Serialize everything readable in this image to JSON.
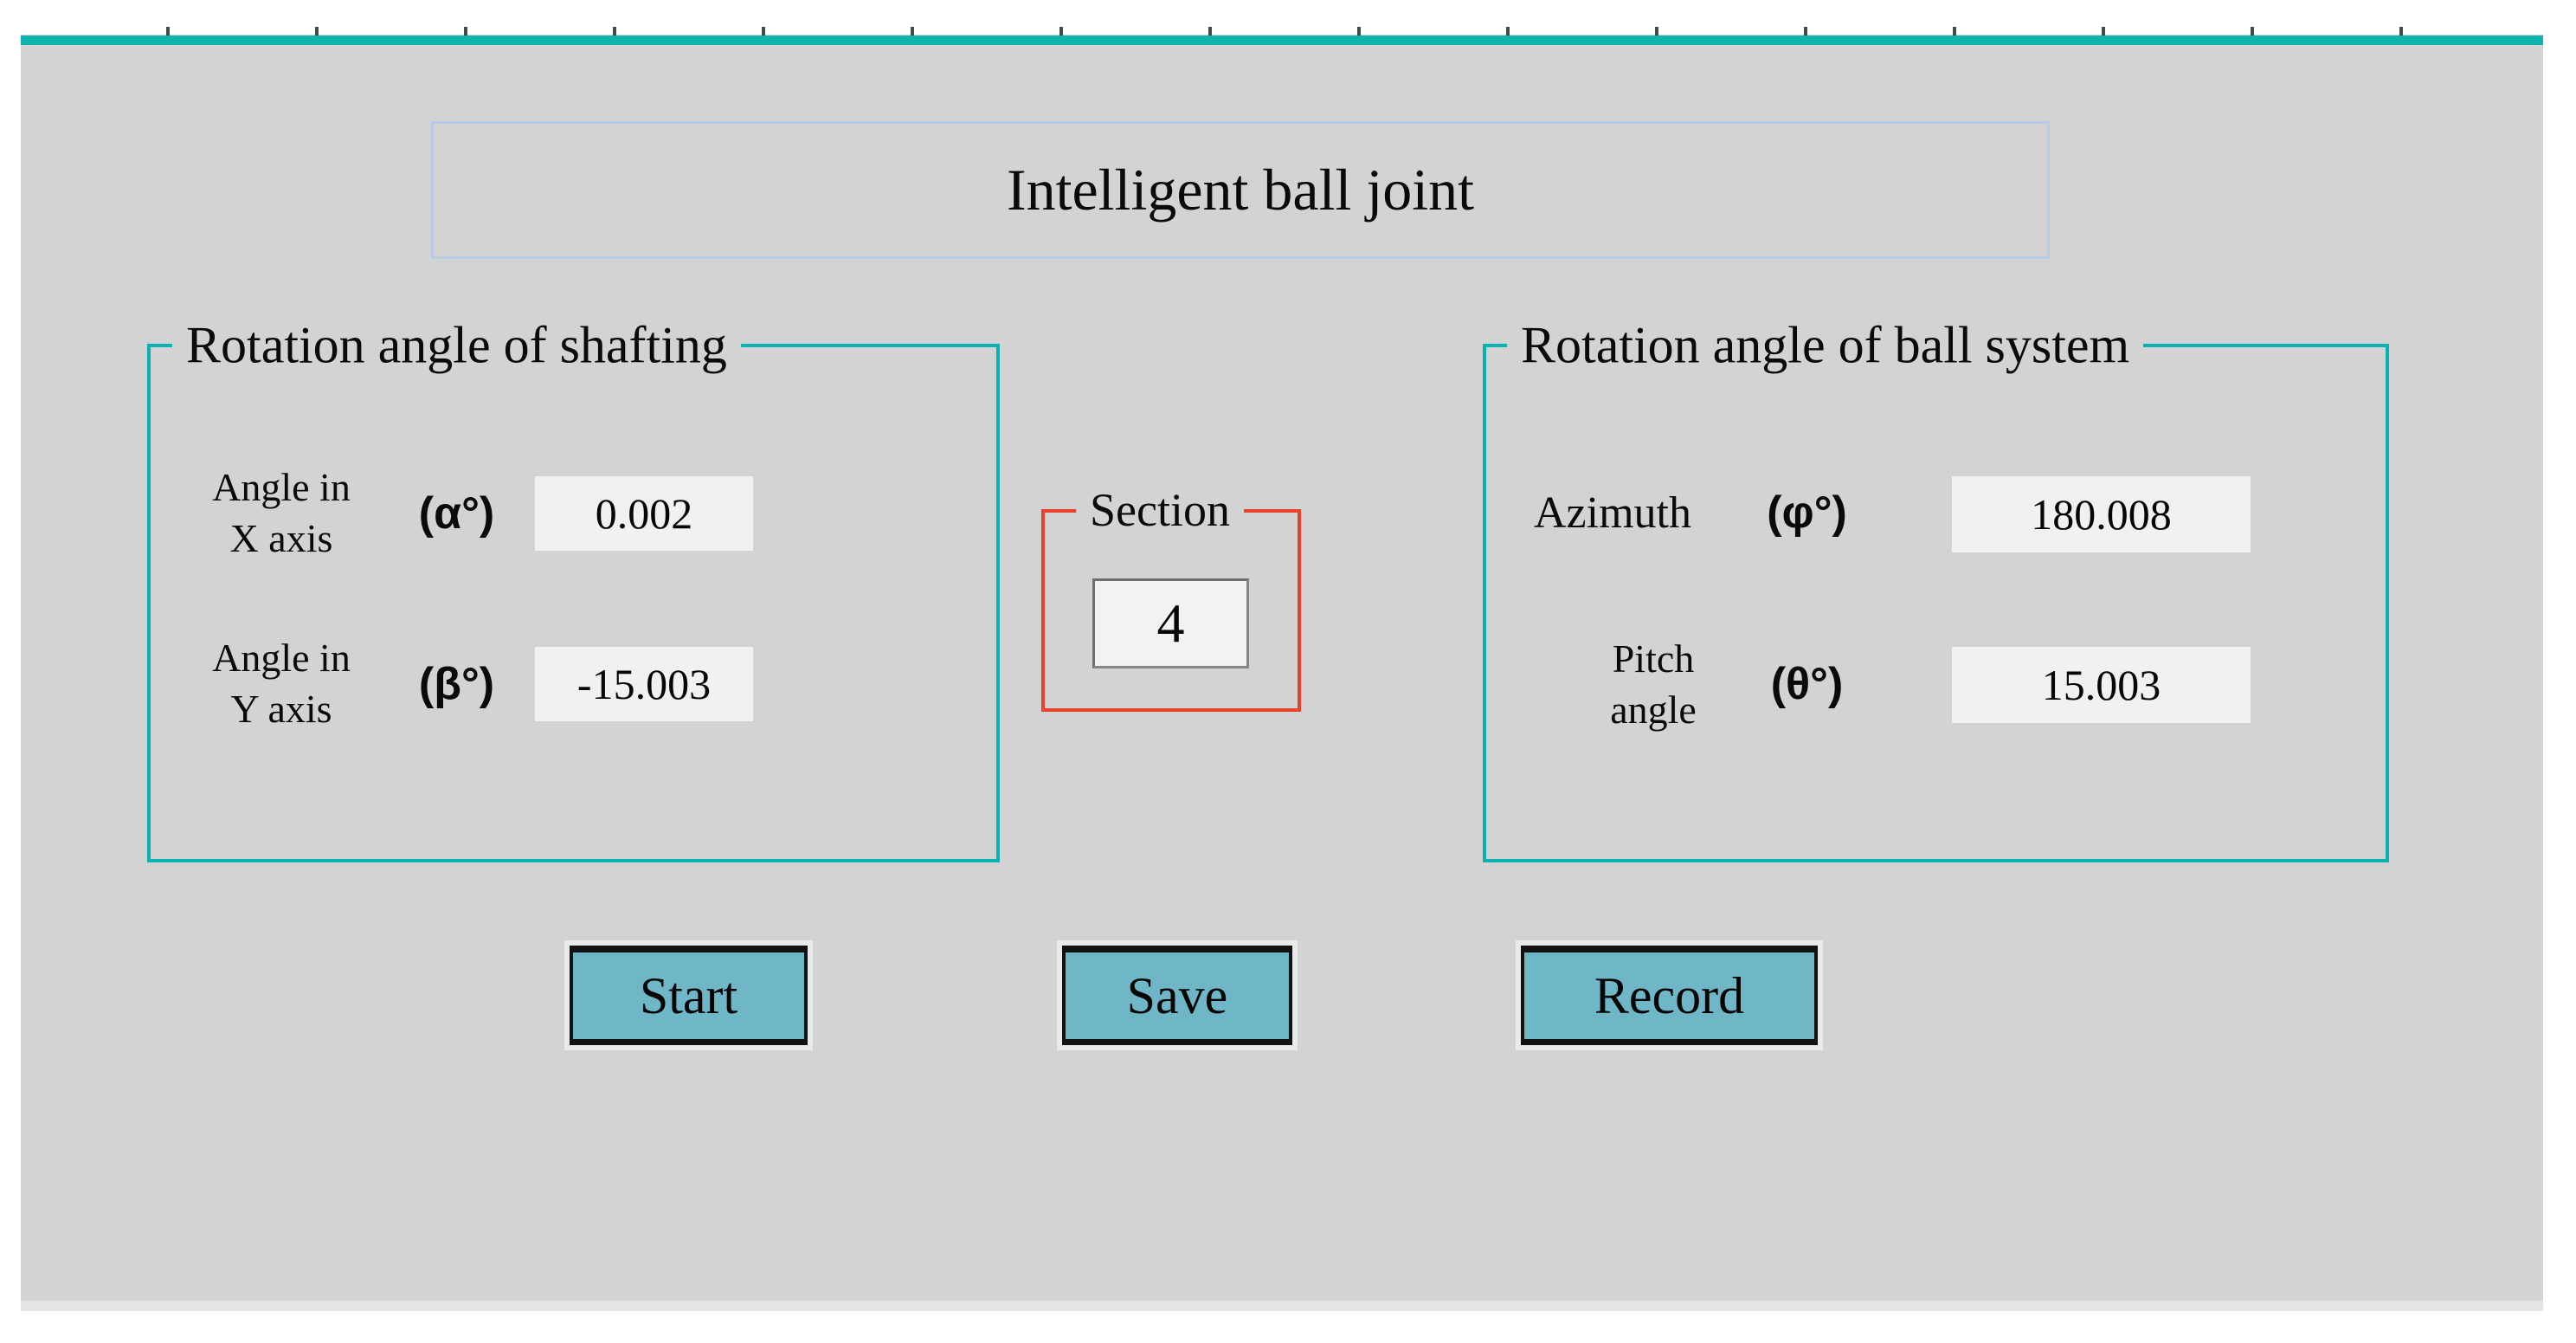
{
  "window": {
    "title": "Intelligent ball joint"
  },
  "groups": {
    "shafting": {
      "legend": "Rotation angle of shafting",
      "rows": [
        {
          "label1": "Angle in",
          "label2": "X axis",
          "symbol": "(α°)",
          "value": "0.002"
        },
        {
          "label1": "Angle in",
          "label2": "Y axis",
          "symbol": "(β°)",
          "value": "-15.003"
        }
      ]
    },
    "section": {
      "legend": "Section",
      "value": "4"
    },
    "ball": {
      "legend": "Rotation angle of ball system",
      "rows": [
        {
          "label1": "Azimuth",
          "symbol": "(φ°)",
          "value": "180.008"
        },
        {
          "label1": "Pitch",
          "label2": "angle",
          "symbol": "(θ°)",
          "value": "15.003"
        }
      ]
    }
  },
  "buttons": {
    "start": "Start",
    "save": "Save",
    "record": "Record"
  },
  "colors": {
    "panel_bg": "#d3d3d3",
    "group_border_teal": "#09b2ae",
    "section_border_orange": "#e8432a",
    "accent_bar_teal": "#10b2ad",
    "title_border_blue": "#b9cbe6",
    "field_bg": "#f1f1f1",
    "button_fill": "#6fb7c6"
  }
}
